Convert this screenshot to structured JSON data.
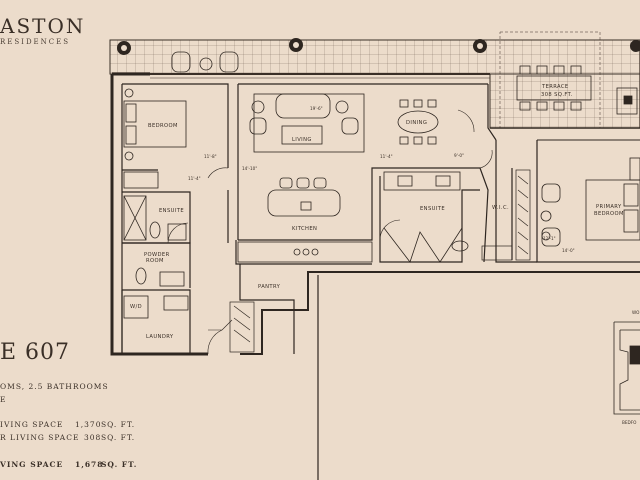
{
  "brand": {
    "name": "ASTON",
    "subtitle": "RESIDENCES"
  },
  "suite": {
    "title": "E 607"
  },
  "summary": {
    "rooms_line": "OMS, 2.5 BATHROOMS",
    "line2": "E",
    "rows": [
      {
        "label": "IVING SPACE",
        "value": "1,370",
        "unit": "SQ. FT."
      },
      {
        "label": "R LIVING SPACE",
        "value": "308",
        "unit": "SQ. FT."
      },
      {
        "label": "VING SPACE",
        "value": "1,678",
        "unit": "SQ. FT."
      }
    ]
  },
  "rooms": {
    "bedroom": "BEDROOM",
    "living": "LIVING",
    "dining": "DINING",
    "terrace": "TERRACE",
    "terrace_area": "308 SQ.FT.",
    "ensuite_left": "ENSUITE",
    "powder_room_1": "POWDER",
    "powder_room_2": "ROOM",
    "kitchen": "KITCHEN",
    "wd": "W/D",
    "laundry": "LAUNDRY",
    "pantry": "PANTRY",
    "ensuite_right": "ENSUITE",
    "wic": "W.I.C.",
    "primary_1": "PRIMARY",
    "primary_2": "BEDROOM"
  },
  "dimensions": {
    "d1": "11'-8\"",
    "d2": "11'-4\"",
    "d3": "14'-10\"",
    "d4": "19'-6\"",
    "d5": "11'-4\"",
    "d6": "9'-0\"",
    "d7": "12'-1\"",
    "d8": "14'-0\""
  },
  "keyplan": {
    "label_top": "WO",
    "label_bottom": "BEDFO"
  },
  "colors": {
    "background": "#ecdccb",
    "ink": "#2e2620",
    "terrace_floor": "#e8d6c2"
  }
}
